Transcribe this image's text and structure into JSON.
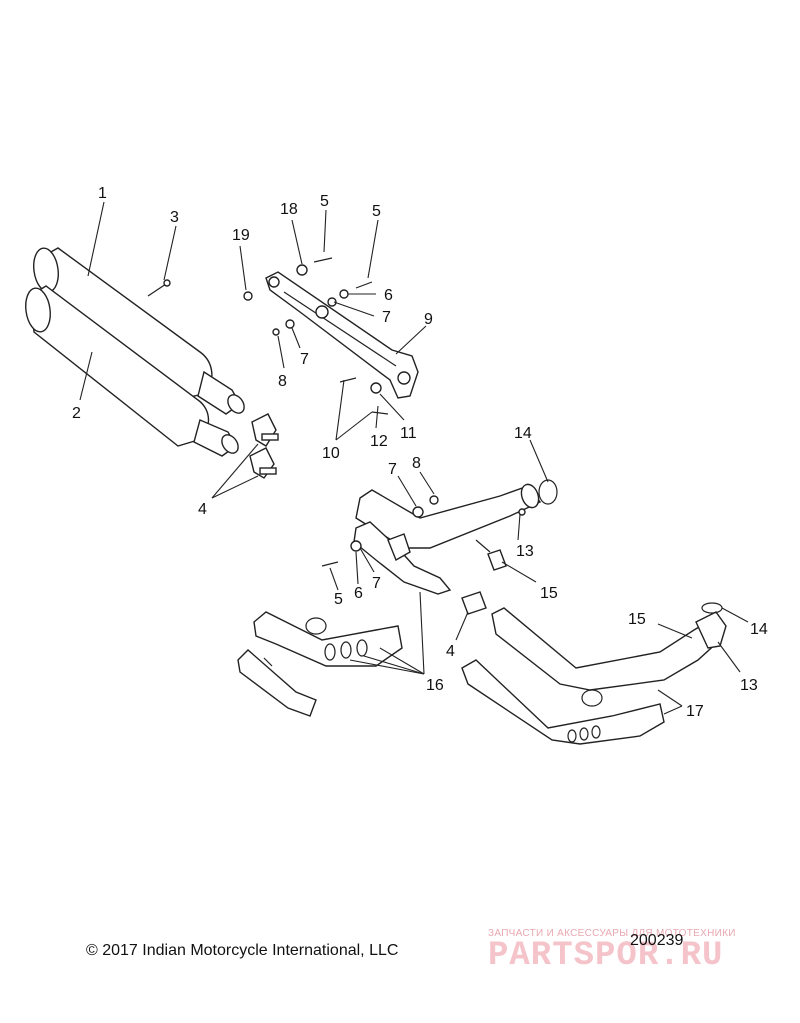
{
  "callouts": [
    "1",
    "3",
    "2",
    "18",
    "5",
    "5",
    "19",
    "6",
    "7",
    "9",
    "7",
    "8",
    "10",
    "12",
    "11",
    "4",
    "14",
    "7",
    "8",
    "13",
    "15",
    "5",
    "6",
    "7",
    "4",
    "15",
    "14",
    "13",
    "16",
    "17"
  ],
  "footer": {
    "copyright": "© 2017 Indian Motorcycle International, LLC",
    "drawing_number": "200239"
  },
  "watermark": {
    "tagline": "ЗАПЧАСТИ И АКСЕССУАРЫ ДЛЯ МОТОТЕХНИКИ",
    "brand": "PARTSPOR.RU"
  }
}
